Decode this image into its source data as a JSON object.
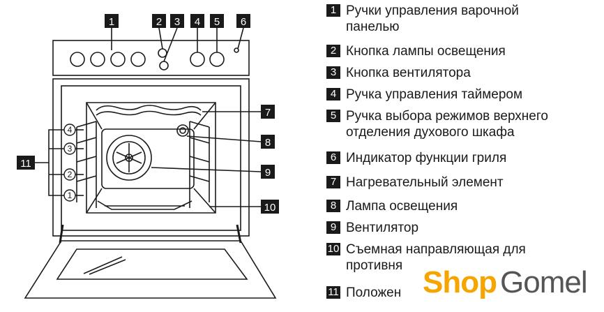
{
  "diagram": {
    "callouts": [
      {
        "num": "1",
        "label": "Ручки управления варочной\nпанелью"
      },
      {
        "num": "2",
        "label": "Кнопка лампы освещения"
      },
      {
        "num": "3",
        "label": "Кнопка вентилятора"
      },
      {
        "num": "4",
        "label": "Ручка управления таймером"
      },
      {
        "num": "5",
        "label": "Ручка выбора режимов верхнего\nотделения духового шкафа"
      },
      {
        "num": "6",
        "label": "Индикатор функции гриля"
      },
      {
        "num": "7",
        "label": "Нагревательный элемент"
      },
      {
        "num": "8",
        "label": "Лампа освещения"
      },
      {
        "num": "9",
        "label": "Вентилятор"
      },
      {
        "num": "10",
        "label": "Съемная направляющая для\nпротивня"
      },
      {
        "num": "11",
        "label": "Положен"
      }
    ],
    "shelf_levels": [
      "4",
      "3",
      "2",
      "1"
    ]
  },
  "watermark": {
    "part1": "Shop",
    "part2": "Gomel"
  },
  "colors": {
    "badge": "#1a1a1a",
    "line": "#1a1a1a",
    "logo_orange": "#f5a400",
    "logo_gray": "#555555"
  }
}
